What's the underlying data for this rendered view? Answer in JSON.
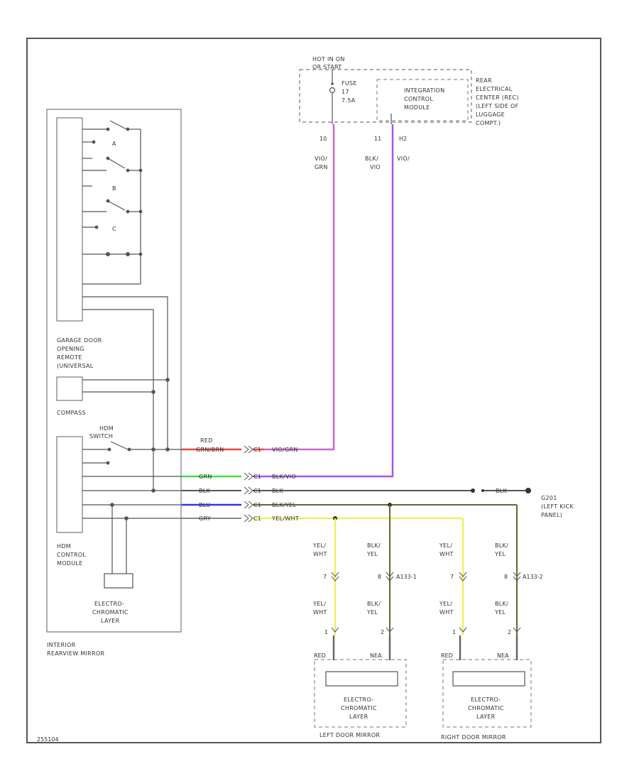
{
  "colors": {
    "frame": "#555555",
    "red": "#ee4444",
    "pink": "#cc66cc",
    "violet": "#aa55ee",
    "green": "#44dd44",
    "blue": "#3333ee",
    "yellow": "#eeee66",
    "olive": "#666633",
    "dark": "#555555"
  },
  "power_source": {
    "hot": "HOT IN ON",
    "or_start": "OR START",
    "fuse": [
      "FUSE",
      "17",
      "7.5A"
    ],
    "icm": [
      "INTEGRATION",
      "CONTROL",
      "MODULE"
    ],
    "center": [
      "REAR",
      "ELECTRICAL",
      "CENTER (REC)",
      "(LEFT SIDE OF",
      "LUGGAGE",
      "COMPT.)"
    ],
    "pin_fuse": "10",
    "pin_icm_a": "11",
    "pin_icm_b": "H2",
    "wire_fuse": [
      "VIO/",
      "GRN"
    ],
    "wire_icm_a": [
      "BLK/",
      "VIO"
    ],
    "wire_icm_b": "VIO/"
  },
  "mirror": {
    "switch_a": "A",
    "switch_b": "B",
    "switch_c": "C",
    "garage": [
      "GARAGE DOOR",
      "OPENING",
      "REMOTE",
      "(UNIVERSAL"
    ],
    "compass": "COMPASS",
    "hdm_switch": [
      "HDM",
      "SWITCH"
    ],
    "hdm_module": [
      "HDM",
      "CONTROL",
      "MODULE"
    ],
    "layer": [
      "ELECTRO-",
      "CHROMATIC",
      "LAYER"
    ],
    "title": [
      "INTERIOR",
      "REARVIEW MIRROR"
    ]
  },
  "harness": {
    "rows": [
      {
        "left": "RED",
        "left2": "GRN/BRN",
        "pin": "C1",
        "right": "VIO/GRN"
      },
      {
        "left": "GRN",
        "pin": "C1",
        "right": "BLK/VIO"
      },
      {
        "left": "BLK",
        "pin": "C1",
        "right": "BLK"
      },
      {
        "left": "BLU",
        "pin": "C1",
        "right": "BLK/YEL"
      },
      {
        "left": "GRY",
        "pin": "C1",
        "right": "YEL/WHT"
      }
    ],
    "ground_wire": "BLK",
    "ground": [
      "G201",
      "(LEFT KICK",
      "PANEL)"
    ]
  },
  "door_mirrors": {
    "left_title": "LEFT DOOR MIRROR",
    "right_title": "RIGHT DOOR MIRROR",
    "layer": [
      "ELECTRO-",
      "CHROMATIC",
      "LAYER"
    ],
    "yel_wht": [
      "YEL/",
      "WHT"
    ],
    "blk_yel": [
      "BLK/",
      "YEL"
    ],
    "pin_7": "7",
    "pin_8": "8",
    "pin_1": "1",
    "pin_2": "2",
    "conn_left_a": "A133-1",
    "conn_right_a": "A133-2",
    "red_tag": "RED",
    "nea_tag": "NEA"
  },
  "footer_code": "255104"
}
